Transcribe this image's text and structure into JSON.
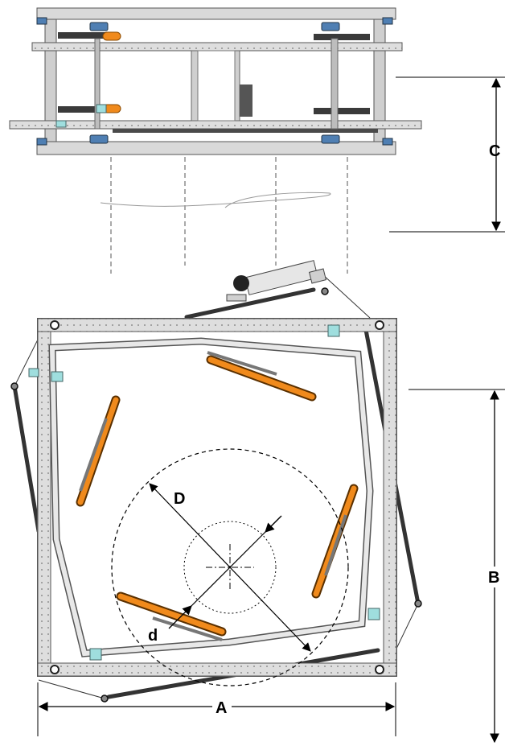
{
  "labels": {
    "A": "A",
    "B": "B",
    "C": "C",
    "D": "D",
    "d": "d"
  },
  "colors": {
    "frame": "#d9d9d9",
    "frame_stroke": "#555555",
    "roller_orange": "#f08a1c",
    "belt_dark": "#3a3a3a",
    "bracket_blue": "#4f7fb3",
    "bracket_cyan": "#9fdede"
  },
  "icons": {
    "dimension_arrow": "arrow-icon",
    "pneumatic_cylinder": "cylinder-icon",
    "knob": "knob-icon"
  }
}
